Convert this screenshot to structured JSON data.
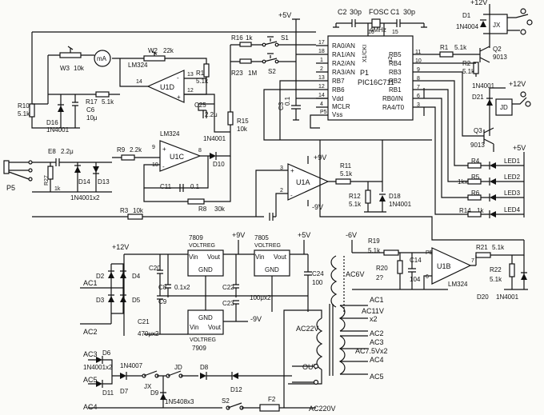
{
  "lbl": {
    "p1": "P1",
    "pic": "PIC16C711",
    "ra0": "RA0/AN",
    "ra1": "RA1/AN",
    "ra2": "RA2/AN",
    "ra3": "RA3/AN",
    "rb7": "RB7",
    "rb6": "RB6",
    "vdd": "Vdd",
    "mclr": "MCLR",
    "vss": "Vss",
    "rb5": "RB5",
    "rb4": "RB4",
    "rb3": "RB3",
    "rb2": "RB2",
    "rb1": "RB1",
    "rb0": "RB0/IN",
    "ra4": "RA4/T0",
    "x1": "X1/CKI",
    "x2": "x2",
    "p17": "17",
    "p18": "18",
    "p1n": "1",
    "p2": "2",
    "p13": "13",
    "p12": "12",
    "p14": "14",
    "p4": "4",
    "p5": "P5",
    "p16": "16",
    "p15": "15",
    "p11": "11",
    "p10": "10",
    "p9": "9",
    "p8": "8",
    "p7": "7",
    "p6": "6",
    "p3": "3",
    "c2": "C2",
    "c2v": "30p",
    "fosc": "FOSC",
    "c1": "C1",
    "c1v": "30p",
    "mhz": "4MHz",
    "p5v": "+5V",
    "p12v": "+12V",
    "p9v": "+9V",
    "n9v": "-9V",
    "n6v": "-6V",
    "r16": "R16",
    "r16v": "1k",
    "s1": "S1",
    "r23": "R23",
    "r23v": "1M",
    "s2": "S2",
    "r15": "R15",
    "r15v": "10k",
    "c3": "C3",
    "c3v": "0.1",
    "w2": "W2",
    "w2v": "22k",
    "w3": "W3",
    "w3v": "10k",
    "ma": "mA",
    "r13": "R13",
    "r13v": "5.1k",
    "lm324": "LM324",
    "u1d": "U1D",
    "r10": "R10",
    "r10v": "5.1k",
    "d16": "D16",
    "d16v": "1N4001",
    "r17": "R17",
    "r17v": "5.1k",
    "c6": "C6",
    "c6v": "10μ",
    "c25": "C25",
    "c25v": "2.2μ",
    "e8": "E8",
    "e8v": "2.2μ",
    "r27": "R27",
    "r27v": "1k",
    "d14": "D14",
    "d13": "D13",
    "d1314": "1N4001x2",
    "r9": "R9",
    "r9v": "2.2k",
    "u1c": "U1C",
    "d10": "D10",
    "d10v": "1N4001",
    "c11": "C11",
    "c11v": "0.1",
    "r8": "R8",
    "r8v": "30k",
    "r3": "R3",
    "r3v": "10k",
    "u1a": "U1A",
    "r11": "R11",
    "r11v": "5.1k",
    "r12": "R12",
    "r12v": "5.1k",
    "d18": "D18",
    "d18v": "1N4001",
    "d1": "D1",
    "d1v": "1N4004",
    "jx": "JX",
    "r1": "R1",
    "r1v": "5.1k",
    "r2": "R2",
    "r2v": "5.1k",
    "q2": "Q2",
    "q2v": "9013",
    "d21v": "1N4001",
    "d21": "D21",
    "jd": "JD",
    "q3": "Q3",
    "q3v": "9013",
    "r4": "R4",
    "r5": "R5",
    "r5v": "1kx3",
    "r6": "R6",
    "r14": "R14",
    "r14v": "1k",
    "led1": "LED1",
    "led2": "LED2",
    "led3": "LED3",
    "led4": "LED4",
    "reg1": "7809",
    "reg2": "7805",
    "vin": "Vin",
    "vout": "Vout",
    "gnd": "GND",
    "voltreg": "VOLTREG",
    "reg3": "7909",
    "c24": "C24",
    "c24v": "100",
    "c20": "C20",
    "c8": "C8",
    "c8v": "0.1x2",
    "c9": "C9",
    "c22": "C22",
    "c23": "C23",
    "c2223": "100μx2",
    "c21": "C21",
    "c21v": "470μx2",
    "d2": "D2",
    "d3": "D3",
    "d4": "D4",
    "d5": "D5",
    "ac1": "AC1",
    "ac2": "AC2",
    "ac3": "AC3",
    "ac4": "AC4",
    "ac5": "AC5",
    "ac6v": "AC6V",
    "ac11v": "AC11V",
    "ac22v": "AC22V",
    "ac75": "AC7.5Vx2",
    "r19": "R19",
    "r19v": "5.1k",
    "r20": "R20",
    "r20v": "2?",
    "c14": "C14",
    "c14v": "104",
    "u1b": "U1B",
    "r21": "R21",
    "r21v": "5.1k",
    "r22": "R22",
    "r22v": "5.1k",
    "d20": "D20",
    "d20v": "1N4001",
    "d6": "D6",
    "d11": "D11",
    "d611": "1N4001x2",
    "d7": "D7",
    "d7v": "1N4007",
    "d9": "D9",
    "d9v": "1N5408x3",
    "d8": "D8",
    "d12": "D12",
    "out": "OUT",
    "ac220": "AC220V",
    "sw2": "S2",
    "fuse": "F2"
  }
}
